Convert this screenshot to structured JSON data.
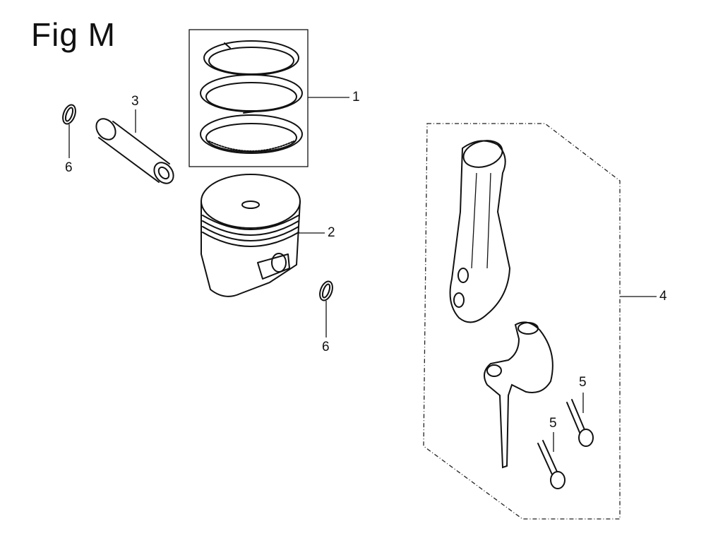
{
  "figure": {
    "title": "Fig M"
  },
  "callouts": [
    {
      "id": "c1",
      "label": "1",
      "part": "piston-ring-set"
    },
    {
      "id": "c2",
      "label": "2",
      "part": "piston"
    },
    {
      "id": "c3",
      "label": "3",
      "part": "piston-pin"
    },
    {
      "id": "c4",
      "label": "4",
      "part": "connecting-rod-assembly"
    },
    {
      "id": "c5a",
      "label": "5",
      "part": "rod-bolt"
    },
    {
      "id": "c5b",
      "label": "5",
      "part": "rod-bolt"
    },
    {
      "id": "c6a",
      "label": "6",
      "part": "pin-clip"
    },
    {
      "id": "c6b",
      "label": "6",
      "part": "pin-clip"
    }
  ]
}
